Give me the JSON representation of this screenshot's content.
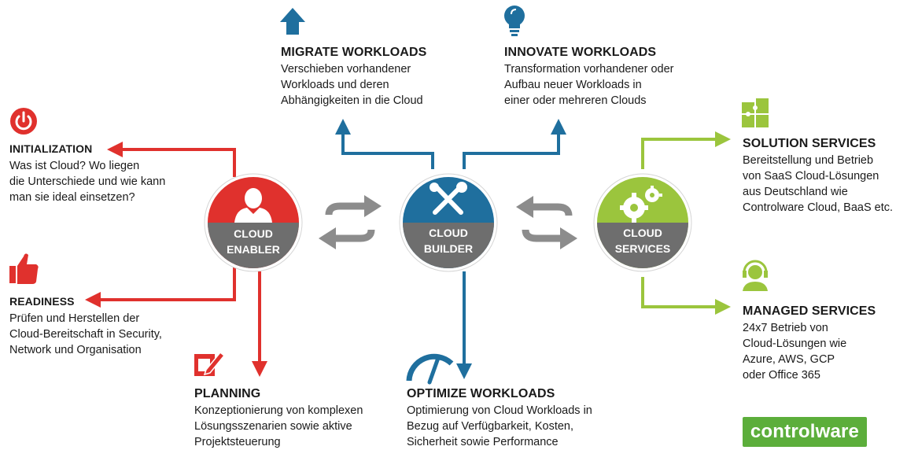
{
  "colors": {
    "red": "#e0312d",
    "blue": "#1f6f9e",
    "green": "#9bc53d",
    "gray": "#8c8c8c",
    "logo_green": "#5cae3b"
  },
  "circles": {
    "enabler": {
      "line1": "CLOUD",
      "line2": "ENABLER",
      "icon": "user-icon"
    },
    "builder": {
      "line1": "CLOUD",
      "line2": "BUILDER",
      "icon": "tools-icon"
    },
    "services": {
      "line1": "CLOUD",
      "line2": "SERVICES",
      "icon": "gears-icon"
    }
  },
  "blocks": {
    "initialization": {
      "title": "INITIALIZATION",
      "text": "Was ist Cloud? Wo liegen\ndie Unterschiede und wie kann\nman sie ideal einsetzen?",
      "icon": "power-icon"
    },
    "readiness": {
      "title": "READINESS",
      "text": "Prüfen und Herstellen der\nCloud-Bereitschaft in Security,\nNetwork und Organisation",
      "icon": "thumbs-up-icon"
    },
    "planning": {
      "title": "PLANNING",
      "text": "Konzeptionierung von komplexen\nLösungsszenarien sowie aktive\nProjektsteuerung",
      "icon": "edit-icon"
    },
    "migrate": {
      "title": "MIGRATE WORKLOADS",
      "text": "Verschieben vorhandener\nWorkloads und deren\nAbhängigkeiten in die Cloud",
      "icon": "arrow-up-icon"
    },
    "innovate": {
      "title": "INNOVATE WORKLOADS",
      "text": "Transformation vorhandener oder\nAufbau neuer Workloads in\neiner oder mehreren Clouds",
      "icon": "lightbulb-icon"
    },
    "optimize": {
      "title": "OPTIMIZE WORKLOADS",
      "text": "Optimierung von Cloud Workloads in\nBezug auf Verfügbarkeit, Kosten,\nSicherheit sowie Performance",
      "icon": "gauge-icon"
    },
    "solution": {
      "title": "SOLUTION SERVICES",
      "text": "Bereitstellung und Betrieb\nvon SaaS Cloud-Lösungen\naus Deutschland wie\nControlware Cloud, BaaS etc.",
      "icon": "puzzle-icon"
    },
    "managed": {
      "title": "MANAGED SERVICES",
      "text": "24x7 Betrieb von\nCloud-Lösungen wie\nAzure, AWS, GCP\noder Office 365",
      "icon": "headset-icon"
    }
  },
  "logo": {
    "text": "controlware"
  }
}
